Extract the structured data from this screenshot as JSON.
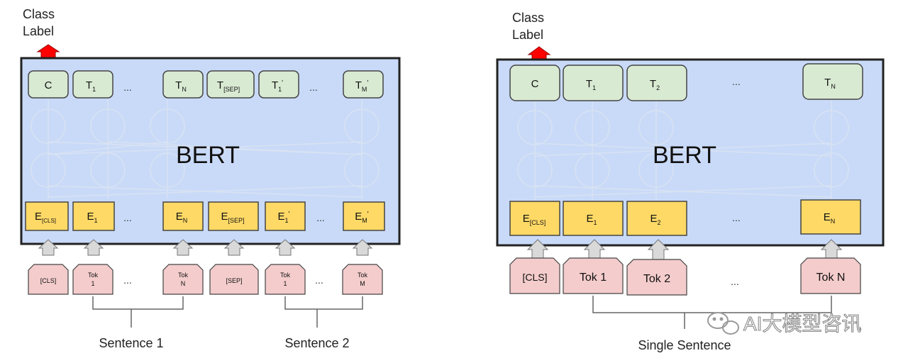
{
  "left": {
    "class_label": [
      "Class",
      "Label"
    ],
    "model_name": "BERT",
    "outputs": [
      {
        "main": "C",
        "sub": ""
      },
      {
        "main": "T",
        "sub": "1"
      },
      {
        "main": "T",
        "sub": "N"
      },
      {
        "main": "T",
        "sub": "[SEP]"
      },
      {
        "main": "T",
        "sub": "1",
        "prime": "'"
      },
      {
        "main": "T",
        "sub": "M",
        "prime": "'"
      }
    ],
    "embeddings": [
      {
        "main": "E",
        "sub": "[CLS]"
      },
      {
        "main": "E",
        "sub": "1"
      },
      {
        "main": "E",
        "sub": "N"
      },
      {
        "main": "E",
        "sub": "[SEP]"
      },
      {
        "main": "E",
        "sub": "1",
        "prime": "'"
      },
      {
        "main": "E",
        "sub": "M",
        "prime": "'"
      }
    ],
    "tokens": [
      [
        "[CLS]"
      ],
      [
        "Tok",
        "1"
      ],
      [
        "Tok",
        "N"
      ],
      [
        "[SEP]"
      ],
      [
        "Tok",
        "1"
      ],
      [
        "Tok",
        "M"
      ]
    ],
    "ellipsis": "...",
    "sentence_labels": [
      "Sentence 1",
      "Sentence 2"
    ]
  },
  "right": {
    "class_label": [
      "Class",
      "Label"
    ],
    "model_name": "BERT",
    "outputs": [
      {
        "main": "C",
        "sub": ""
      },
      {
        "main": "T",
        "sub": "1"
      },
      {
        "main": "T",
        "sub": "2"
      },
      {
        "main": "T",
        "sub": "N"
      }
    ],
    "embeddings": [
      {
        "main": "E",
        "sub": "[CLS]"
      },
      {
        "main": "E",
        "sub": "1"
      },
      {
        "main": "E",
        "sub": "2"
      },
      {
        "main": "E",
        "sub": "N"
      }
    ],
    "tokens": [
      "[CLS]",
      "Tok 1",
      "Tok 2",
      "Tok N"
    ],
    "ellipsis": "...",
    "sentence_label": "Single Sentence"
  },
  "watermark": "AI大模型咨讯",
  "colors": {
    "bert_box": "#c9daf8",
    "output_box": "#d9ead3",
    "embedding_box": "#ffd966",
    "token_box": "#f4cccc",
    "class_arrow": "#ff0000",
    "input_arrow": "#d9d9d9"
  }
}
